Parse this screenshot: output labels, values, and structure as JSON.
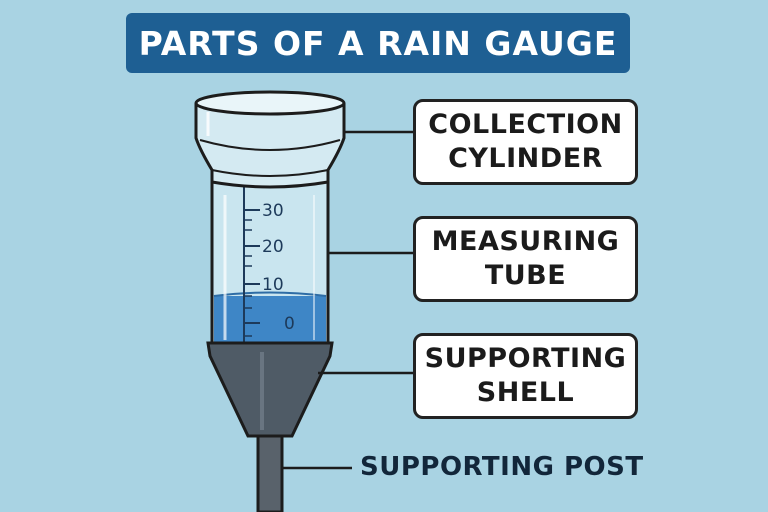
{
  "title": "PARTS OF A RAIN GAUGE",
  "labels": {
    "collection_cylinder": [
      "COLLECTION",
      "CYLINDER"
    ],
    "measuring_tube": [
      "MEASURING",
      "TUBE"
    ],
    "supporting_shell": [
      "SUPPORTING",
      "SHELL"
    ],
    "supporting_post": "SUPPORTING POST"
  },
  "scale": {
    "ticks": [
      "30",
      "20",
      "10",
      "0"
    ]
  },
  "water_level": 7,
  "colors": {
    "background": "#a9d3e3",
    "banner": "#1e5f93",
    "water": "#3e86c6",
    "shell": "#4f5b66",
    "post": "#59626b"
  }
}
